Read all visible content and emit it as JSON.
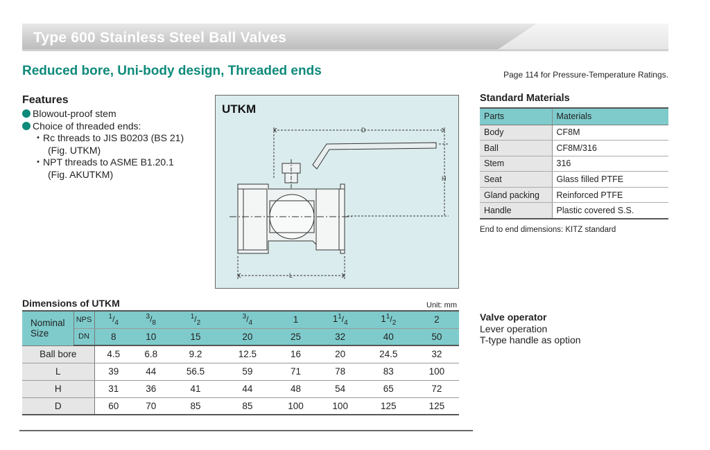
{
  "header": {
    "title": "Type 600 Stainless Steel Ball Valves"
  },
  "subtitle": "Reduced bore, Uni-body design, Threaded ends",
  "page_ref": "Page 114 for Pressure-Temperature Ratings.",
  "features": {
    "heading": "Features",
    "item1": "Blowout-proof stem",
    "item2": "Choice of threaded ends:",
    "sub1": "・Rc threads to JIS B0203 (BS 21)",
    "sub1_fig": "(Fig. UTKM)",
    "sub2": "・NPT threads to ASME B1.20.1",
    "sub2_fig": "(Fig. AKUTKM)"
  },
  "drawing": {
    "label": "UTKM",
    "dim_d": "D",
    "dim_h": "H",
    "dim_l": "L"
  },
  "materials": {
    "title": "Standard Materials",
    "col_parts": "Parts",
    "col_materials": "Materials",
    "rows": [
      {
        "part": "Body",
        "material": "CF8M"
      },
      {
        "part": "Ball",
        "material": "CF8M/316"
      },
      {
        "part": "Stem",
        "material": "316"
      },
      {
        "part": "Seat",
        "material": "Glass filled PTFE"
      },
      {
        "part": "Gland packing",
        "material": "Reinforced PTFE"
      },
      {
        "part": "Handle",
        "material": "Plastic covered S.S."
      }
    ],
    "note": "End to end dimensions: KITZ standard"
  },
  "dimensions": {
    "title": "Dimensions of UTKM",
    "unit": "Unit: mm",
    "nominal_label": "Nominal Size",
    "nps_label": "NPS",
    "dn_label": "DN",
    "nps": [
      "1/4",
      "3/8",
      "1/2",
      "3/4",
      "1",
      "1 1/4",
      "1 1/2",
      "2"
    ],
    "dn": [
      "8",
      "10",
      "15",
      "20",
      "25",
      "32",
      "40",
      "50"
    ],
    "rows": [
      {
        "label": "Ball bore",
        "values": [
          "4.5",
          "6.8",
          "9.2",
          "12.5",
          "16",
          "20",
          "24.5",
          "32"
        ]
      },
      {
        "label": "L",
        "values": [
          "39",
          "44",
          "56.5",
          "59",
          "71",
          "78",
          "83",
          "100"
        ]
      },
      {
        "label": "H",
        "values": [
          "31",
          "36",
          "41",
          "44",
          "48",
          "54",
          "65",
          "72"
        ]
      },
      {
        "label": "D",
        "values": [
          "60",
          "70",
          "85",
          "85",
          "100",
          "100",
          "125",
          "125"
        ]
      }
    ]
  },
  "valve_operator": {
    "heading": "Valve operator",
    "line1": "Lever operation",
    "line2": "T-type handle as option"
  }
}
